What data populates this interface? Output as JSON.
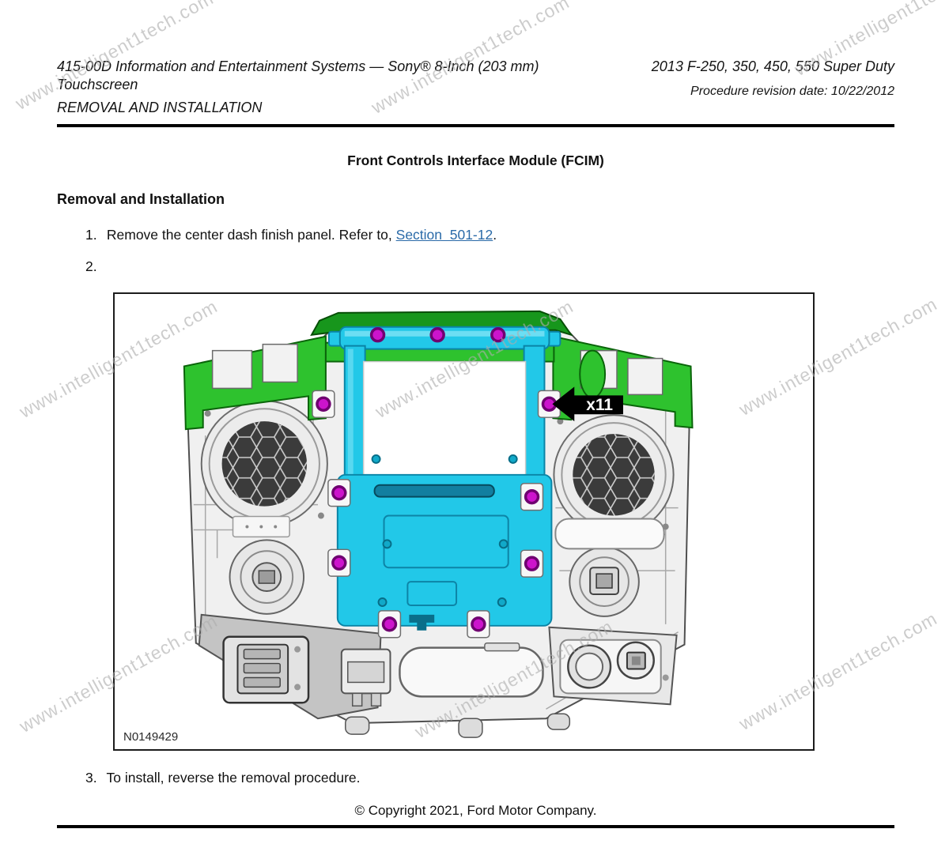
{
  "watermark": {
    "text": "www.intelligent1tech.com"
  },
  "header": {
    "section_title": "415-00D Information and Entertainment Systems — Sony® 8-Inch (203 mm) Touchscreen",
    "doc_type": "REMOVAL AND INSTALLATION",
    "vehicle": "2013 F-250, 350, 450, 550 Super Duty",
    "revision": "Procedure revision date: 10/22/2012"
  },
  "content": {
    "title": "Front Controls Interface Module (FCIM)",
    "section_heading": "Removal and Installation",
    "steps": [
      {
        "number": "1.",
        "text_before": "Remove the center dash finish panel. Refer to, ",
        "link": "Section  501-12",
        "text_after": "."
      },
      {
        "number": "2.",
        "text_before": "",
        "link": "",
        "text_after": ""
      },
      {
        "number": "3.",
        "text_before": "To install, reverse the removal procedure.",
        "link": "",
        "text_after": ""
      }
    ],
    "copyright": "© Copyright 2021, Ford Motor Company."
  },
  "figure": {
    "id_label": "N0149429",
    "callout": "x11",
    "colors": {
      "highlight_green": "#2ec22e",
      "shadow_green": "#17961c",
      "highlight_cyan": "#22c8e8",
      "fastener_magenta": "#cc14cc",
      "callout_black": "#000000"
    }
  }
}
